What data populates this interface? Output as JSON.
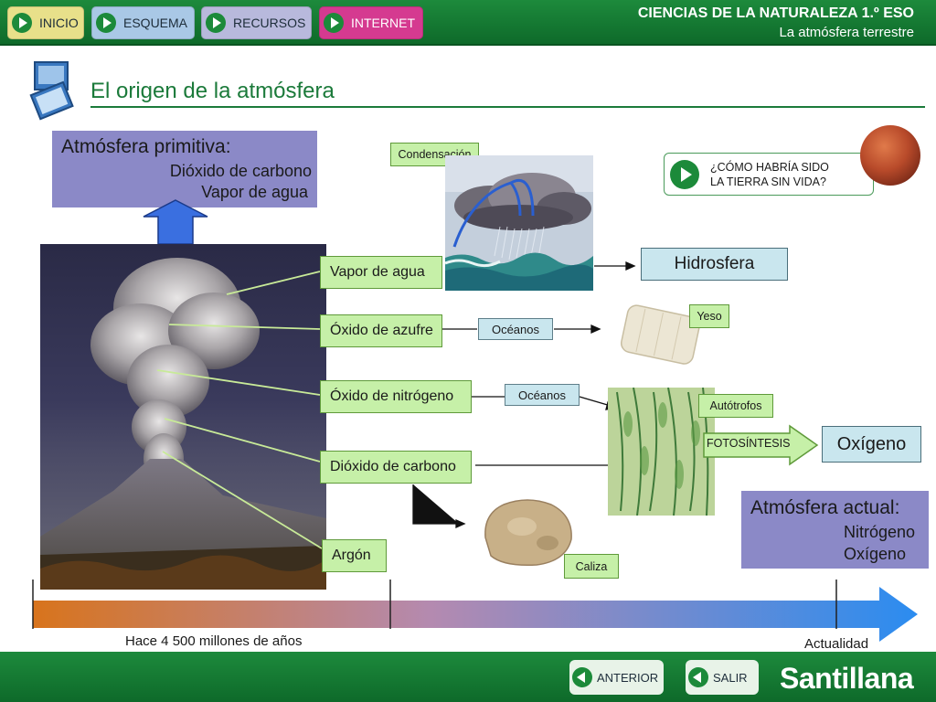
{
  "nav": {
    "inicio": "INICIO",
    "esquema": "ESQUEMA",
    "recursos": "RECURSOS",
    "internet": "INTERNET"
  },
  "header": {
    "subject": "CIENCIAS DE LA NATURALEZA 1.º ESO",
    "topic": "La atmósfera terrestre"
  },
  "page_title": "El origen de la atmósfera",
  "primitive": {
    "title": "Atmósfera primitiva:",
    "items": [
      "Dióxido de carbono",
      "Vapor de agua"
    ]
  },
  "gases": [
    "Vapor de agua",
    "Óxido de azufre",
    "Óxido de nitrógeno",
    "Dióxido de carbono",
    "Argón"
  ],
  "condensacion": "Condensación",
  "hidrosfera": "Hidrosfera",
  "oceanos_1": "Océanos",
  "oceanos_2": "Océanos",
  "yeso": "Yeso",
  "autotrofos": "Autótrofos",
  "fotosintesis": "FOTOSÍNTESIS",
  "oxigeno": "Oxígeno",
  "caliza": "Caliza",
  "question": {
    "line1": "¿CÓMO HABRÍA SIDO",
    "line2": "LA TIERRA SIN VIDA?"
  },
  "actual": {
    "title": "Atmósfera actual:",
    "items": [
      "Nitrógeno",
      "Oxígeno"
    ]
  },
  "timeline": {
    "start": "Hace 4 500 millones de años",
    "end": "Actualidad"
  },
  "footer": {
    "anterior": "ANTERIOR",
    "salir": "SALIR",
    "brand": "Santillana"
  },
  "colors": {
    "header_green": "#1d8a3c",
    "title_green": "#1b7a3a",
    "label_green": "#c6f0a8",
    "atmosphere_box": "#8b89c7",
    "result_box": "#c9e6ee",
    "internet_button": "#d53a90",
    "timeline_start": "#d8741c",
    "timeline_end": "#2b8cf0"
  }
}
